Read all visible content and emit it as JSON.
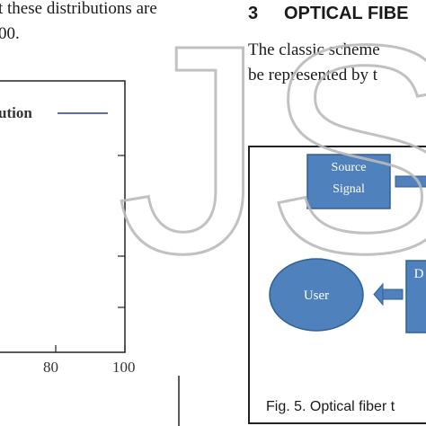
{
  "left_column": {
    "text_line1": "t these distributions are",
    "text_line2": "00.",
    "legend_label": "ution",
    "x_ticks": [
      "80",
      "100"
    ]
  },
  "right_column": {
    "section_number": "3",
    "section_title": "OPTICAL FIBE",
    "text_line1": "The classic scheme",
    "text_line2": "be represented by t"
  },
  "figure": {
    "source_line1": "Source",
    "source_line2": "Signal",
    "user_label": "User",
    "d_label": "D",
    "caption": "Fig. 5. Optical fiber t"
  },
  "watermark": {
    "text": "JSE"
  },
  "colors": {
    "box_fill": "#4f81bd",
    "box_border": "#2f5f98",
    "watermark": "#bbbbbb"
  }
}
